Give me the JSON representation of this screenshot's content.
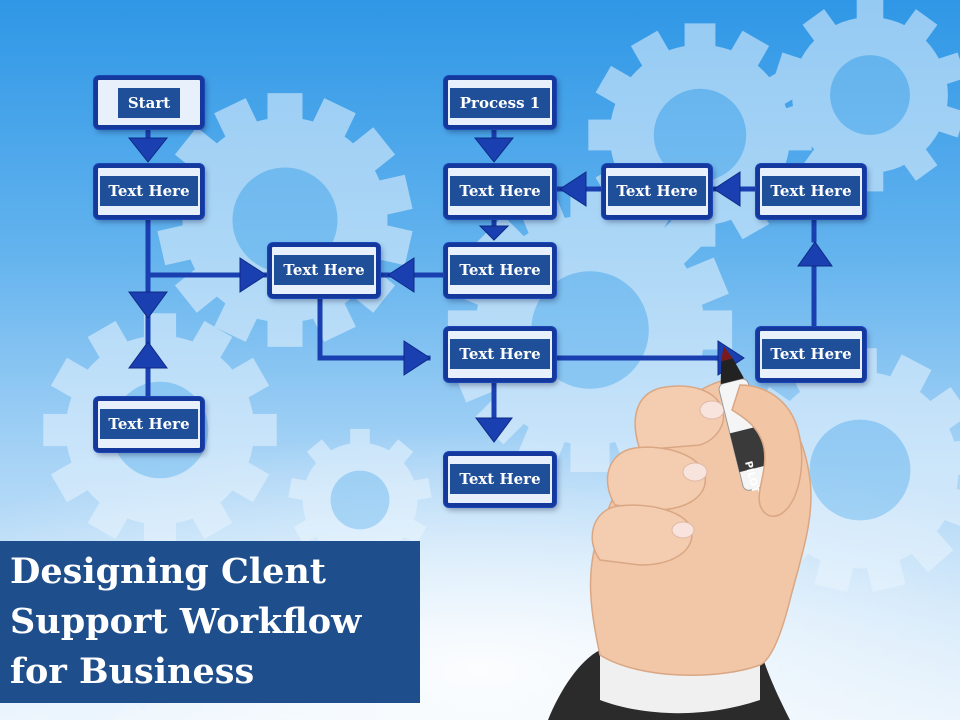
{
  "diagram": {
    "nodes": {
      "start": "Start",
      "process1": "Process 1",
      "left_top": "Text Here",
      "left_bottom": "Text Here",
      "center": "Text Here",
      "mid_top": "Text Here",
      "mid_right_top": "Text Here",
      "right_top": "Text Here",
      "mid_lower": "Text Here",
      "mid_row3": "Text Here",
      "right_row3": "Text Here",
      "bottom": "Text Here"
    }
  },
  "title": {
    "line1": "Designing Clent",
    "line2": "Support Workflow",
    "line3": "for Business"
  },
  "colors": {
    "node_border": "#14389c",
    "node_label": "#1f4f99",
    "title_bg": "#1f4e8c",
    "connector": "#1a3fb0"
  },
  "pen": {
    "brand": "PILOT"
  }
}
